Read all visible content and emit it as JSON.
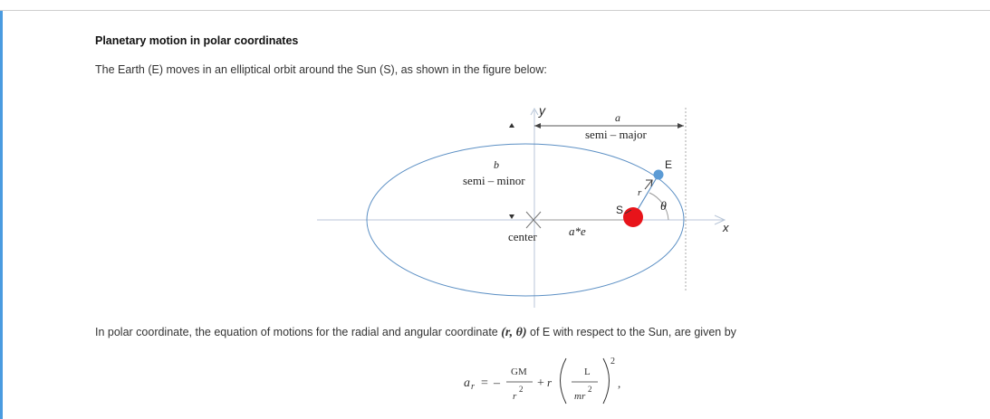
{
  "page": {
    "title": "Planetary motion in polar coordinates",
    "intro": "The Earth (E) moves in an elliptical orbit around the Sun (S), as shown in the figure below:",
    "polar_prefix": "In polar coordinate, the equation of motions for the radial and angular coordinate",
    "polar_coords": "(r, θ)",
    "polar_suffix": "of E with respect to the Sun, are given by"
  },
  "figure": {
    "label_y": "y",
    "label_x": "x",
    "label_a": "a",
    "label_semi_major": "semi – major",
    "label_b": "b",
    "label_semi_minor": "semi – minor",
    "label_center": "center",
    "label_ae": "a*e",
    "label_E": "E",
    "label_S": "S",
    "label_r": "r",
    "label_theta": "θ",
    "colors": {
      "sun": "#e8141a",
      "earth": "#5b9bd5",
      "orbit": "#5b8fc4"
    }
  },
  "equation": {
    "lhs": "a",
    "lhs_sub": "r",
    "equals": "=",
    "minus": "–",
    "gm": "GM",
    "r_den": "r",
    "power_two": "2",
    "plus": "+",
    "r_coef": "r",
    "L": "L",
    "mr": "mr",
    "comma": ","
  }
}
